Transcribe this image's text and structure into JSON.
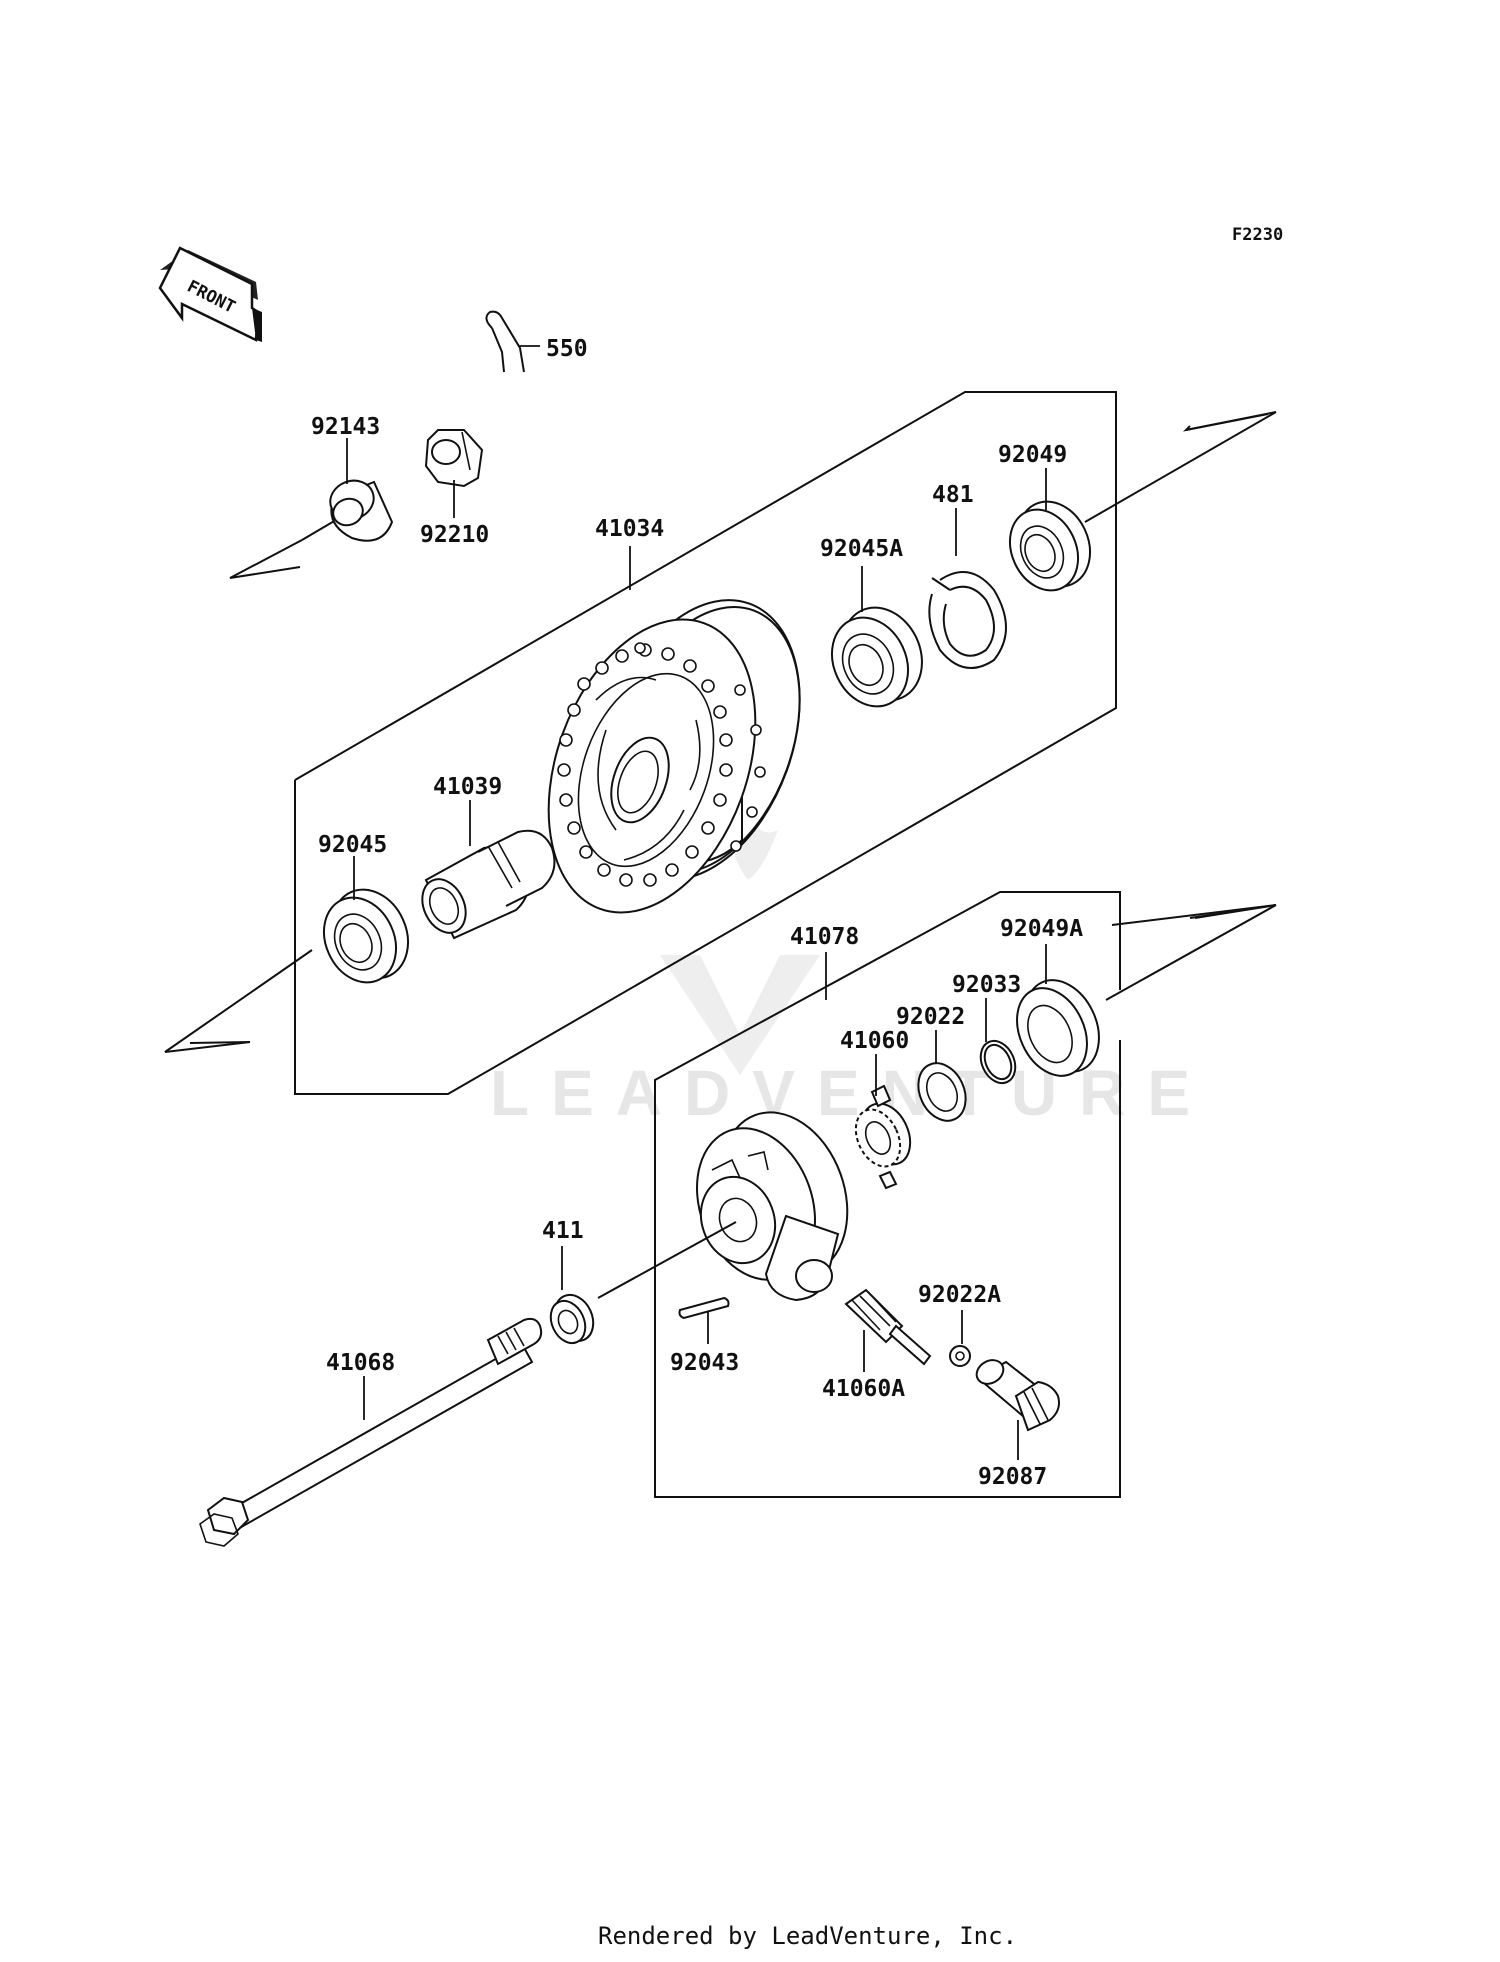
{
  "diagram": {
    "code": "F2230",
    "front_label": "FRONT",
    "watermark": "LEADVENTURE",
    "footer": "Rendered by LeadVenture, Inc."
  },
  "parts": [
    {
      "number": "550",
      "name": "cotter-pin"
    },
    {
      "number": "92143",
      "name": "collar"
    },
    {
      "number": "92210",
      "name": "axle-nut"
    },
    {
      "number": "41034",
      "name": "front-hub"
    },
    {
      "number": "92045A",
      "name": "ball-bearing"
    },
    {
      "number": "481",
      "name": "circlip"
    },
    {
      "number": "92049",
      "name": "oil-seal"
    },
    {
      "number": "41039",
      "name": "spacer"
    },
    {
      "number": "92045",
      "name": "ball-bearing"
    },
    {
      "number": "41078",
      "name": "speedometer-gear-housing"
    },
    {
      "number": "92049A",
      "name": "oil-seal"
    },
    {
      "number": "92033",
      "name": "snap-ring"
    },
    {
      "number": "92022",
      "name": "washer"
    },
    {
      "number": "41060",
      "name": "speedometer-gear"
    },
    {
      "number": "411",
      "name": "washer"
    },
    {
      "number": "41068",
      "name": "front-axle"
    },
    {
      "number": "92043",
      "name": "pin"
    },
    {
      "number": "92022A",
      "name": "washer"
    },
    {
      "number": "41060A",
      "name": "speedometer-pinion"
    },
    {
      "number": "92087",
      "name": "bushing"
    }
  ]
}
